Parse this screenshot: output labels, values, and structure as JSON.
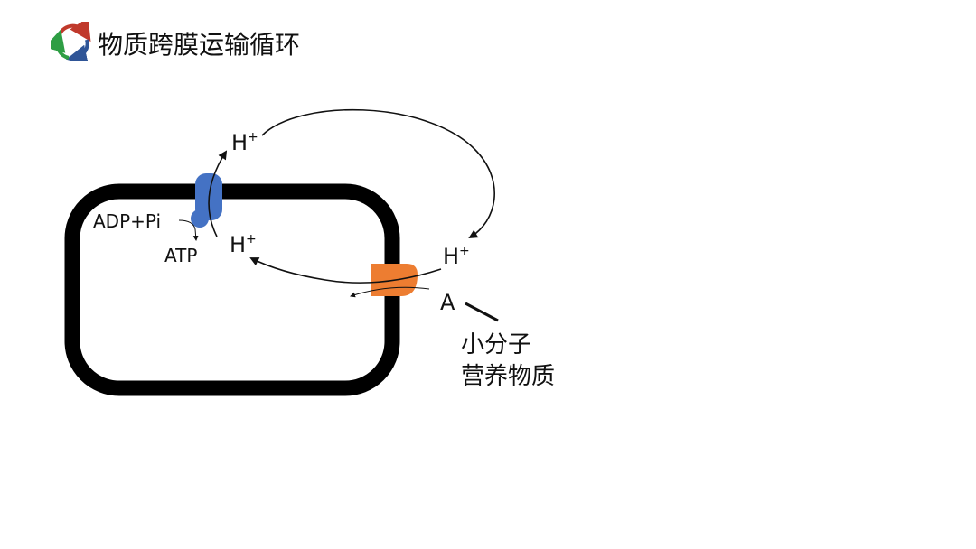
{
  "header": {
    "title": "物质跨膜运输循环",
    "logo_icon": "cycle-arrows-icon"
  },
  "labels": {
    "h_top": "H",
    "h_inside": "H",
    "h_right": "H",
    "superscript": "+",
    "adp": "ADP+Pi",
    "atp": "ATP",
    "substance": "A",
    "note_line1": "小分子",
    "note_line2": "营养物质"
  },
  "colors": {
    "membrane": "#000000",
    "atp_synthase": "#4472C4",
    "symporter": "#ED7D31",
    "logo_red": "#C0392B",
    "logo_green": "#2E9E44",
    "logo_blue": "#2F5597"
  }
}
